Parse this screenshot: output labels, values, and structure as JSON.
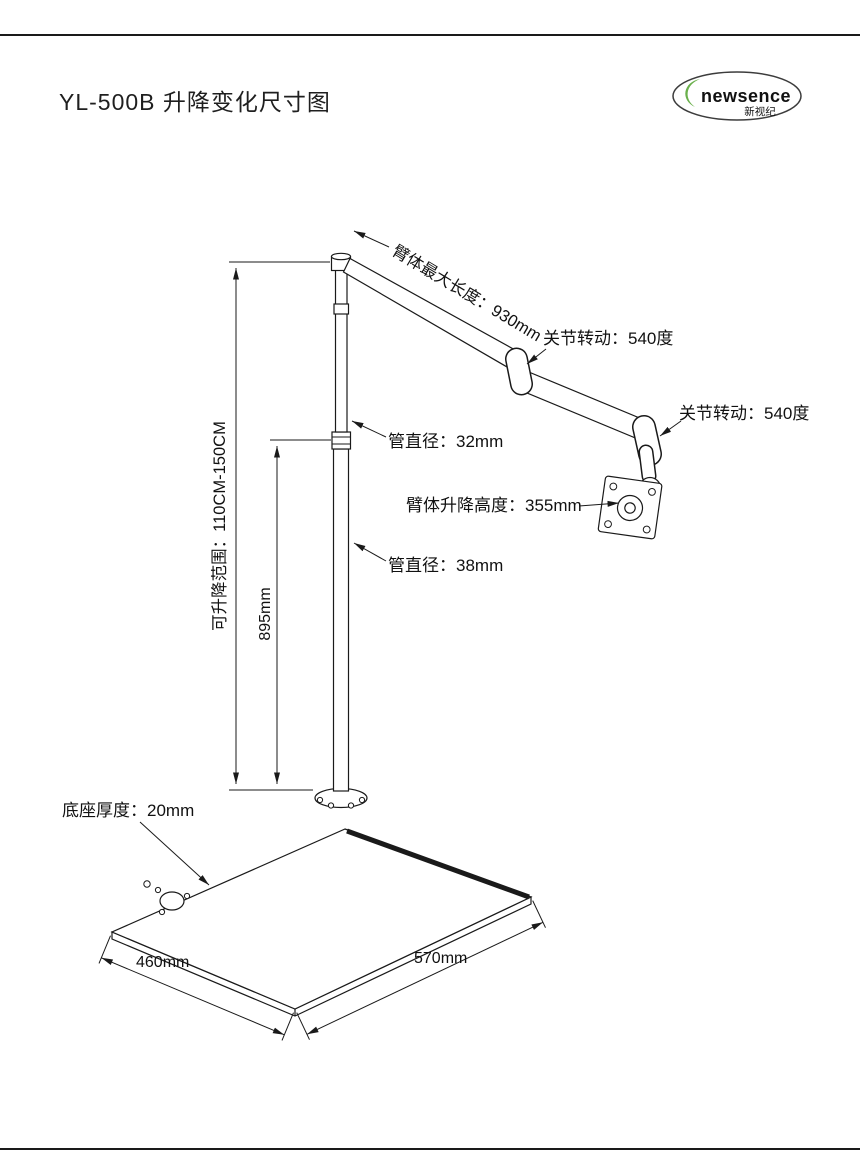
{
  "page": {
    "title": "YL-500B 升降变化尺寸图"
  },
  "logo": {
    "brand": "newsence",
    "subtitle": "新视纪"
  },
  "labels": {
    "arm_max_length": "臂体最大长度：930mm",
    "joint_rotation_1": "关节转动：540度",
    "joint_rotation_2": "关节转动：540度",
    "tube_diameter_upper": "管直径：32mm",
    "arm_lift_height": "臂体升降高度：355mm",
    "tube_diameter_lower": "管直径：38mm",
    "lift_range": "可升降范围：110CM-150CM",
    "pole_height": "895mm",
    "base_thickness": "底座厚度：20mm",
    "base_width": "460mm",
    "base_depth": "570mm"
  },
  "colors": {
    "line": "#1a1a1a",
    "brand_green": "#6ab04c"
  }
}
